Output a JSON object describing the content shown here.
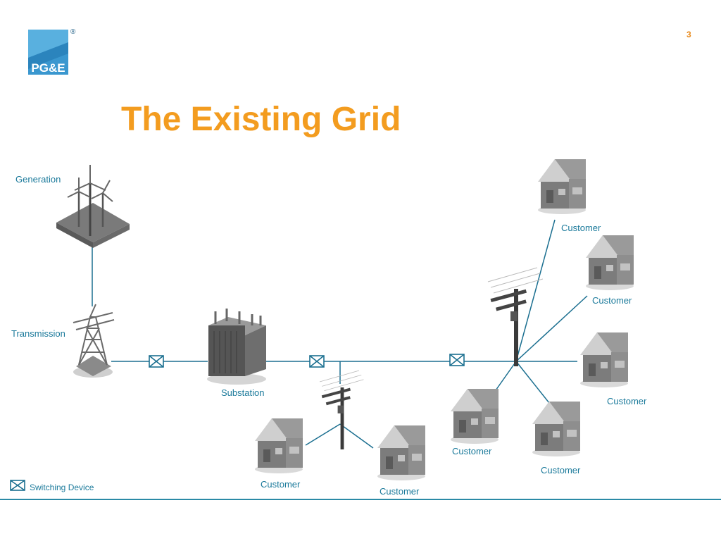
{
  "header": {
    "logo_text": "PG&E",
    "registered_mark": "®",
    "page_number": "3"
  },
  "title": "The Existing Grid",
  "labels": {
    "generation": "Generation",
    "transmission": "Transmission",
    "substation": "Substation",
    "customer": "Customer"
  },
  "legend": {
    "icon": "switch-box-icon",
    "text": "Switching Device"
  },
  "colors": {
    "title": "#f39c1f",
    "line": "#1b6f90",
    "label": "#1b7a9b",
    "logo_blue": "#2f8fc5"
  }
}
